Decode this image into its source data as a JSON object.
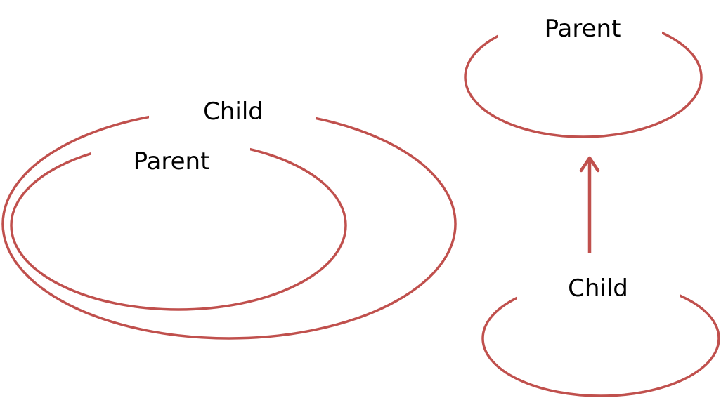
{
  "colors": {
    "stroke": "#c0504d",
    "label_text": "#000000",
    "background": "#ffffff"
  },
  "containment_view": {
    "outer_label": "Child",
    "inner_label": "Parent"
  },
  "inheritance_view": {
    "top_label": "Parent",
    "bottom_label": "Child",
    "arrow_direction": "up"
  }
}
